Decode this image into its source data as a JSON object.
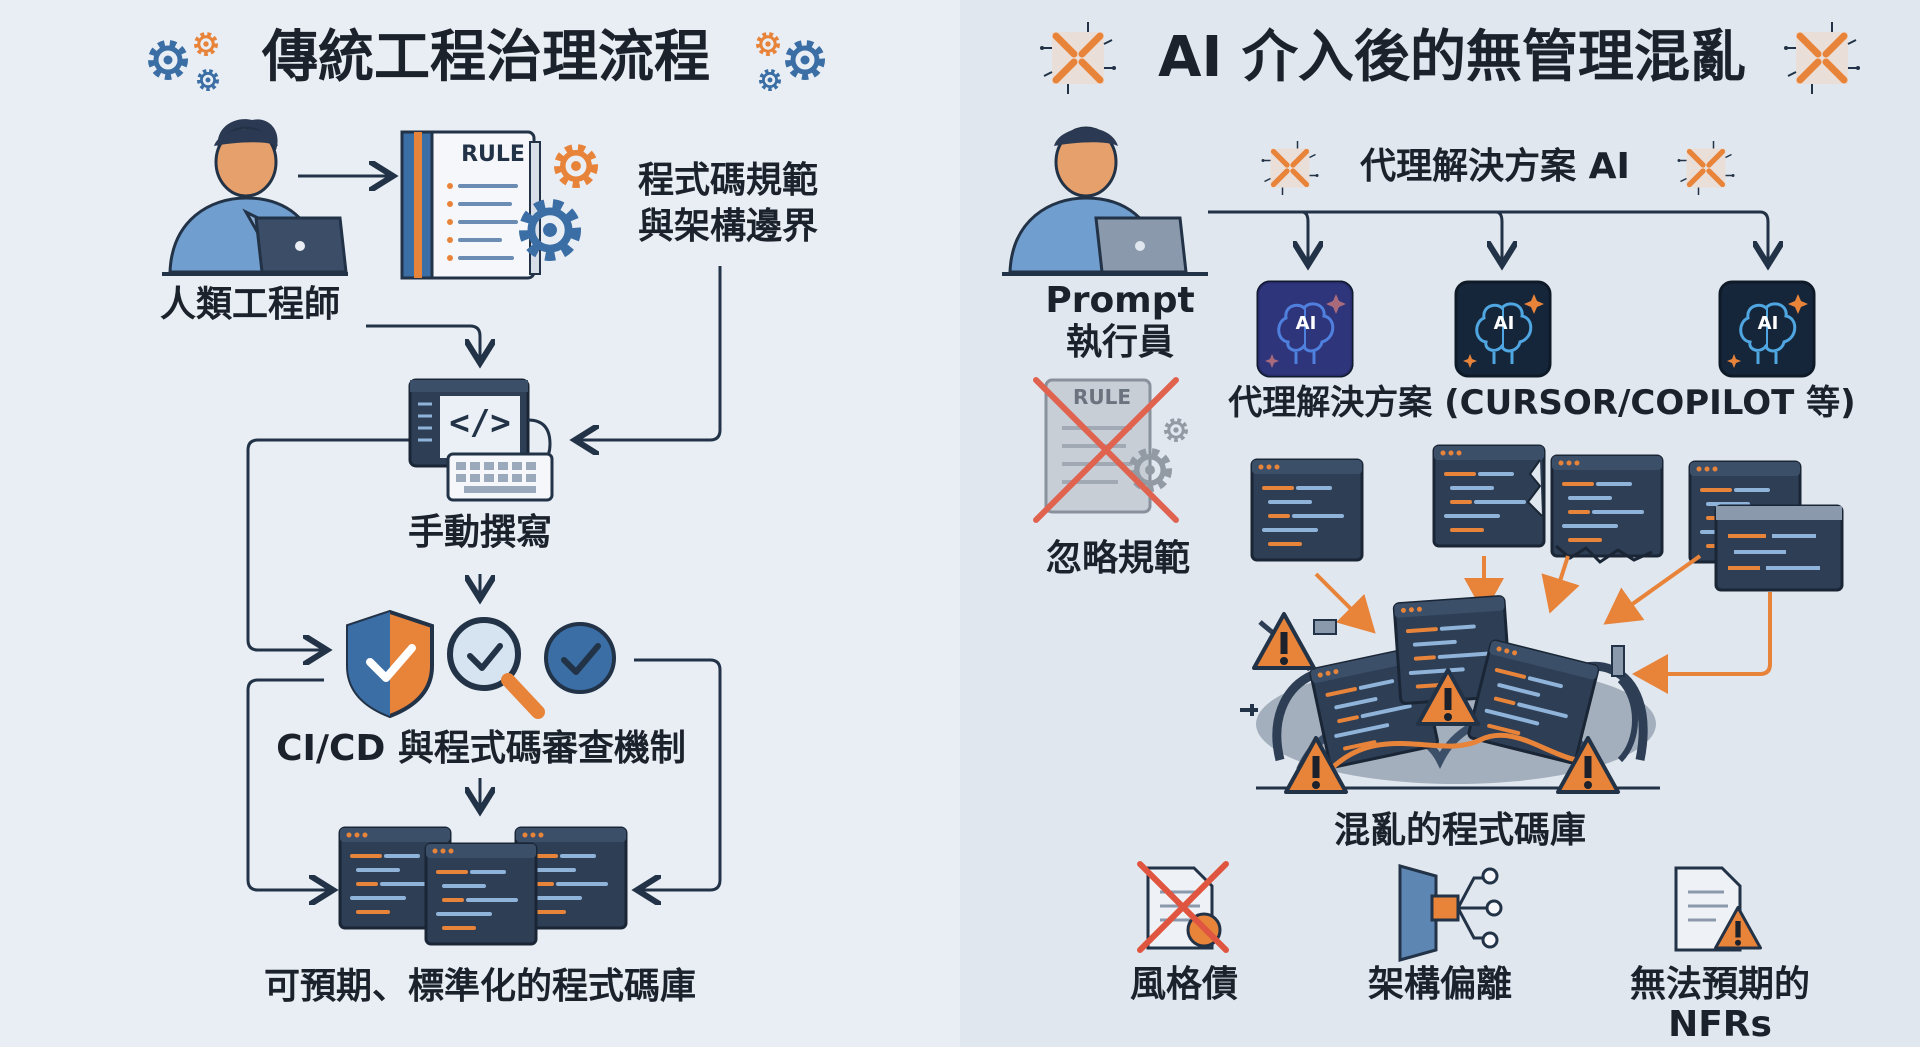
{
  "left": {
    "title": "傳統工程治理流程",
    "engineer_label": "人類工程師",
    "rule_badge": "RULE",
    "spec_label_line1": "程式碼規範",
    "spec_label_line2": "與架構邊界",
    "manual_label": "手動撰寫",
    "cicd_label": "CI/CD 與程式碼審查機制",
    "result_label": "可預期、標準化的程式碼庫",
    "code_glyph": "</>"
  },
  "right": {
    "title": "AI 介入後的無管理混亂",
    "agent_header": "代理解決方案 AI",
    "prompt_label_line1": "Prompt",
    "prompt_label_line2": "執行員",
    "rule_badge": "RULE",
    "ignore_label": "忽略規範",
    "ai_badge": "AI",
    "agents_label": "代理解決方案 (CURSOR/COPILOT 等)",
    "chaos_label": "混亂的程式碼庫",
    "style_debt_label": "風格債",
    "drift_label": "架構偏離",
    "nfr_label_line1": "無法預期的",
    "nfr_label_line2": "NFRs"
  },
  "colors": {
    "left_bg": "#e9eef4",
    "right_bg": "#e1e7ee",
    "accent_orange": "#e8833a",
    "accent_blue": "#3a6ea5",
    "navy": "#223247",
    "red_cross": "#e0553f"
  },
  "icons": [
    "gear-icon",
    "person-laptop-icon",
    "rule-book-icon",
    "code-editor-icon",
    "keyboard-icon",
    "shield-check-icon",
    "magnifier-check-icon",
    "check-circle-icon",
    "code-window-icon",
    "ai-brain-icon",
    "warning-icon",
    "cable-icon",
    "broken-chain-icon",
    "document-cross-icon",
    "architecture-drift-icon",
    "document-warning-icon"
  ]
}
